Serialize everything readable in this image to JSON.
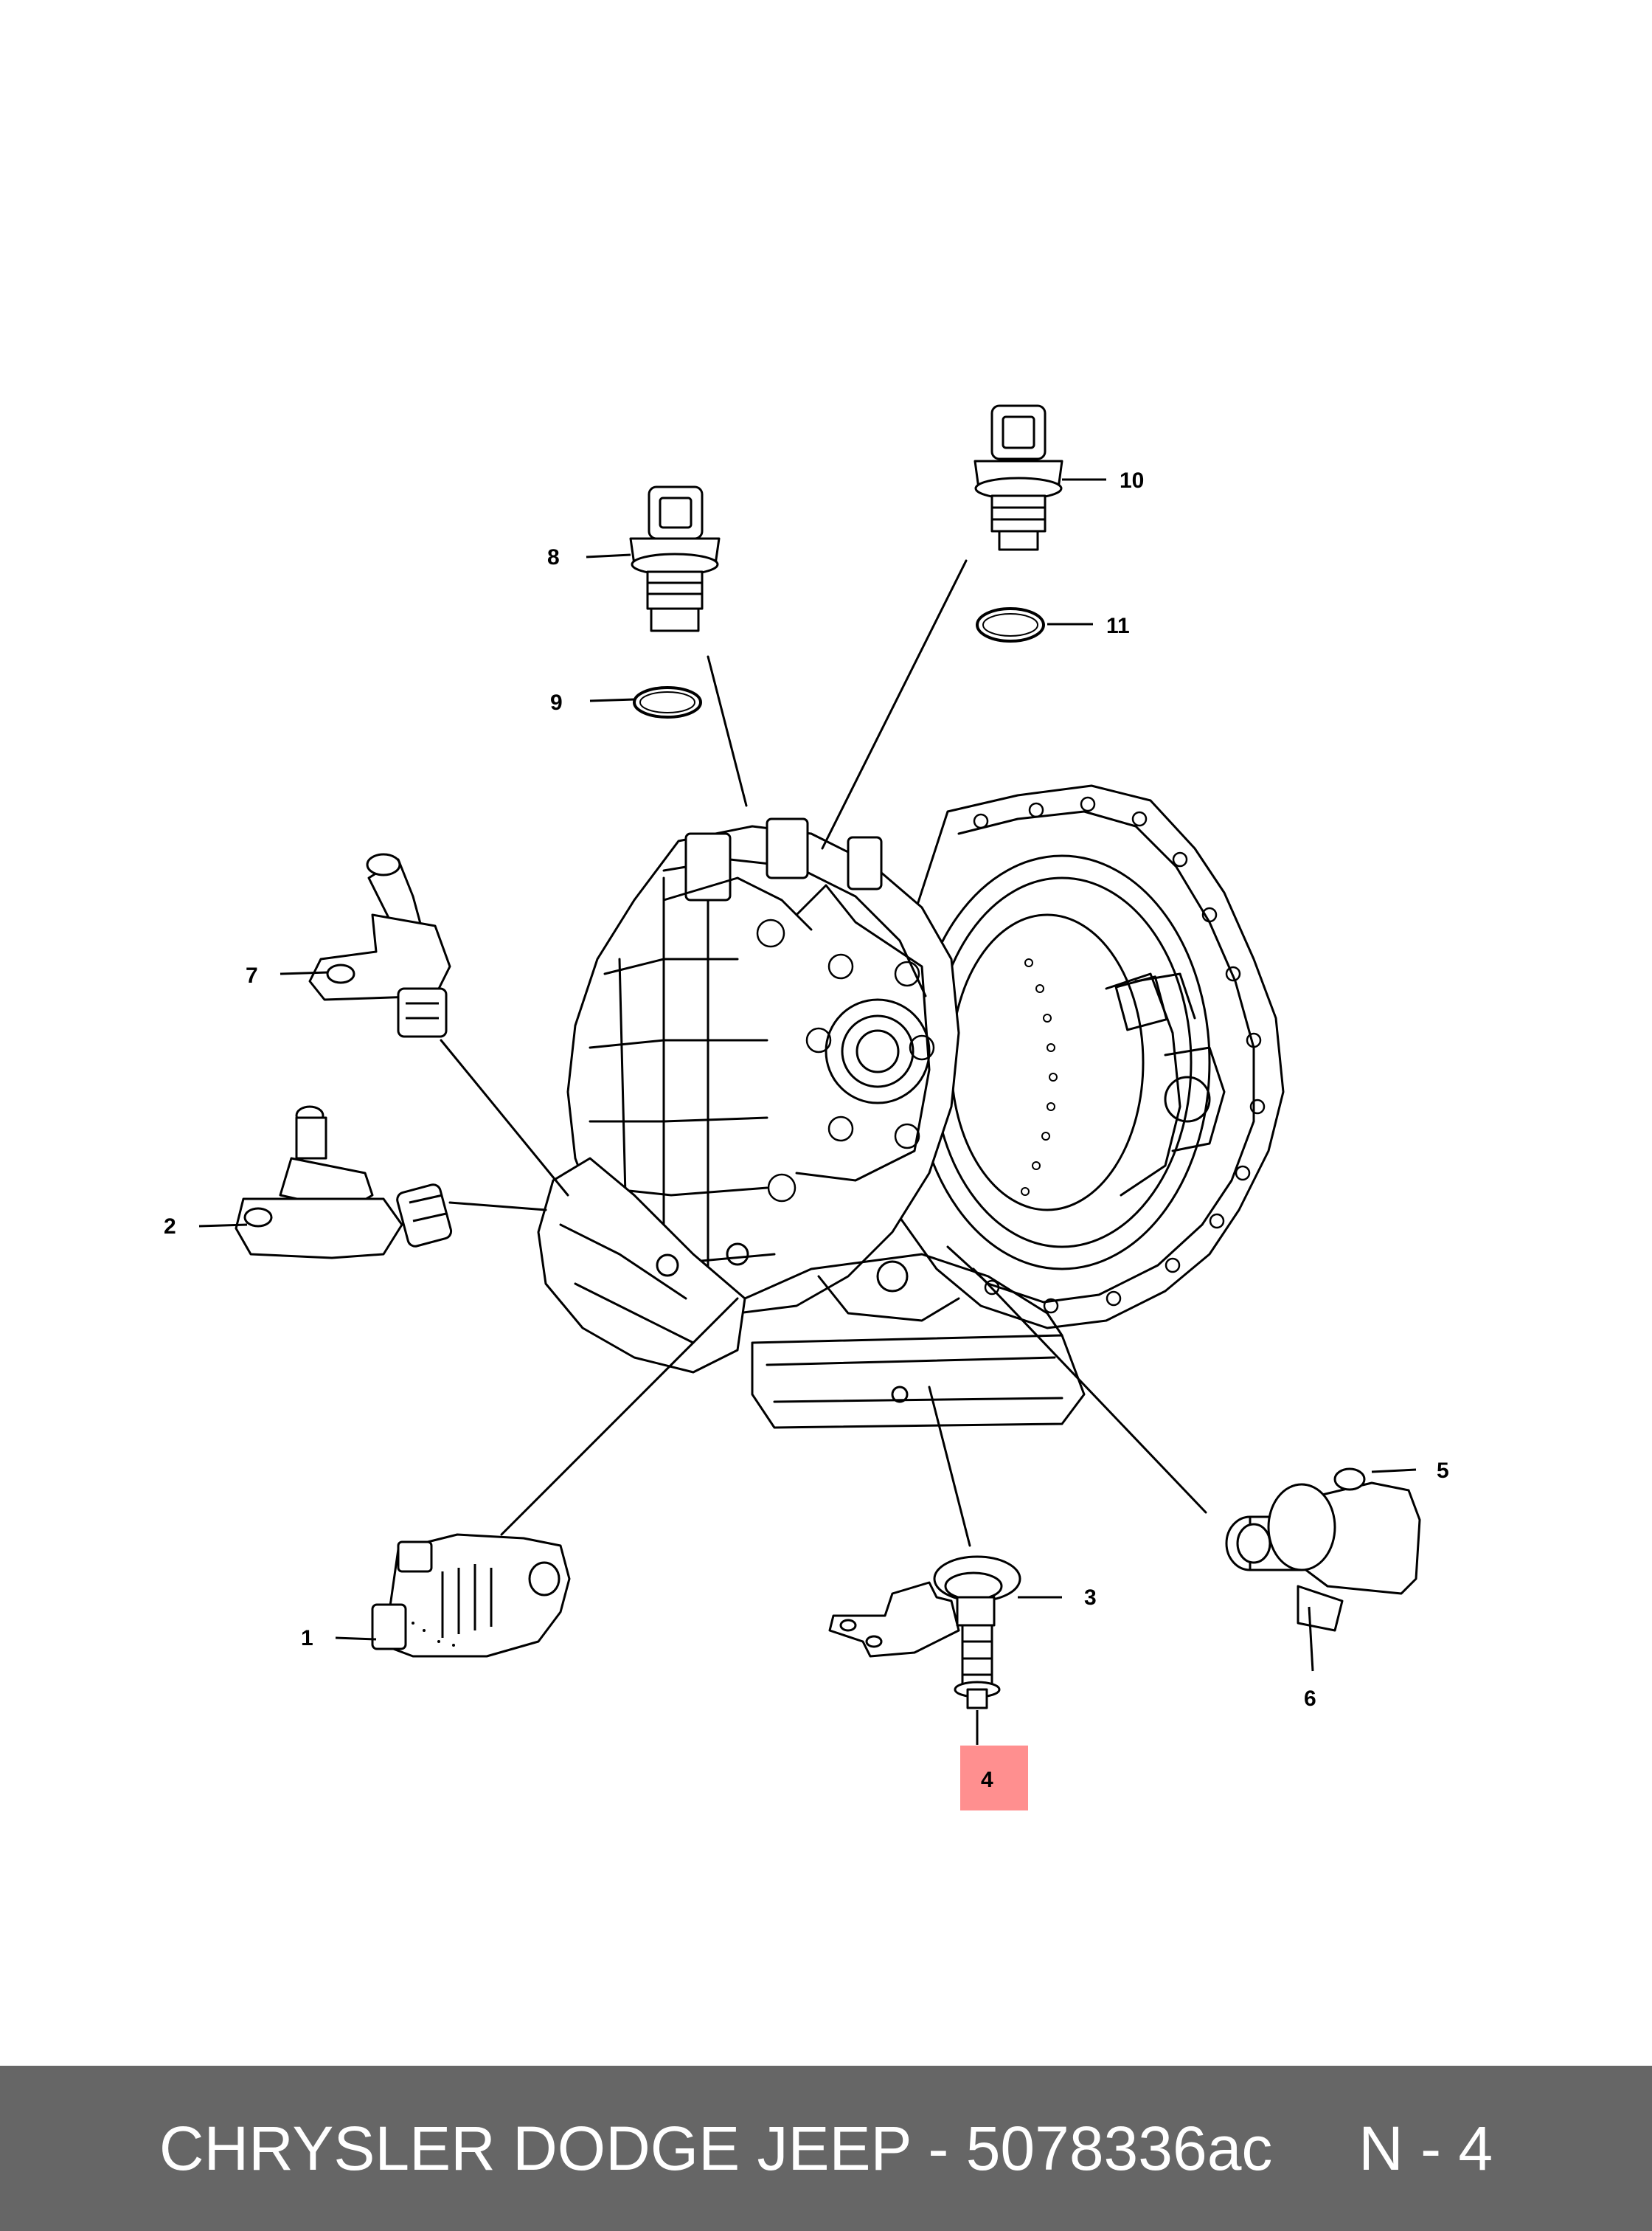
{
  "colors": {
    "line": "#000000",
    "background": "#ffffff",
    "highlight": "#ff8f8f",
    "footer_bg": "#666666",
    "footer_text": "#ffffff"
  },
  "diagram": {
    "callouts": [
      {
        "id": "1",
        "label": "1"
      },
      {
        "id": "2",
        "label": "2"
      },
      {
        "id": "3",
        "label": "3"
      },
      {
        "id": "4",
        "label": "4",
        "highlighted": true
      },
      {
        "id": "5",
        "label": "5"
      },
      {
        "id": "6",
        "label": "6"
      },
      {
        "id": "7",
        "label": "7"
      },
      {
        "id": "8",
        "label": "8"
      },
      {
        "id": "9",
        "label": "9"
      },
      {
        "id": "10",
        "label": "10"
      },
      {
        "id": "11",
        "label": "11"
      }
    ]
  },
  "footer": {
    "text": "CHRYSLER DODGE JEEP - 5078336ac     N - 4"
  }
}
